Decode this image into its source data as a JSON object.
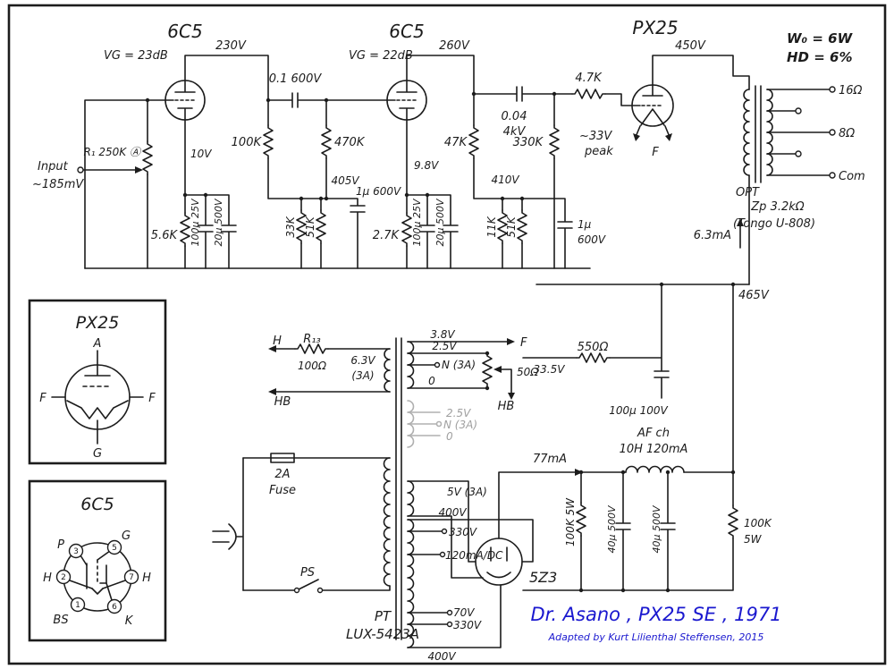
{
  "specs": {
    "power": "W₀ = 6W",
    "dist": "HD = 6%"
  },
  "s1": {
    "tube": "6C5",
    "gain": "VG = 23dB",
    "plate_v": "230V",
    "kv": "10V",
    "rp": "100K",
    "rk": "5.6K",
    "ck1": "100μ 25V",
    "ck2": "20μ 500V",
    "input1": "Input",
    "input2": "~185mV",
    "pot": "R₁ 250K Ⓐ"
  },
  "i1": {
    "cap": "0.1 600V",
    "rg": "470K",
    "r1": "33K",
    "r2": "51K",
    "bv": "405V",
    "cd": "1μ 600V"
  },
  "s2": {
    "tube": "6C5",
    "gain": "VG = 22dB",
    "plate_v": "260V",
    "kv": "9.8V",
    "rp": "47K",
    "rk": "2.7K",
    "ck1": "100μ 25V",
    "ck2": "20μ 500V",
    "r1": "11K",
    "r2": "51K",
    "bv": "410V",
    "cd1": "1μ",
    "cd2": "600V"
  },
  "i2": {
    "cap1": "0.04",
    "cap2": "4kV",
    "rs": "4.7K",
    "rg": "330K",
    "sw1": "~33V",
    "sw2": "peak",
    "f": "F"
  },
  "out": {
    "tube": "PX25",
    "plate_v": "450V",
    "ia": "6.3mA",
    "bv": "465V",
    "opt1": "OPT",
    "opt2": "Zp  3.2kΩ",
    "opt3": "(Tongo U-808)",
    "t16": "16Ω",
    "t8": "8Ω",
    "tc": "Com"
  },
  "htr": {
    "h": "H",
    "r13": "R₁₃",
    "r13v": "100Ω",
    "hb1": "HB",
    "v1": "6.3V",
    "v2": "(3A)",
    "t38": "3.8V",
    "t25": "2.5V",
    "tn": "N (3A)",
    "t0": "0",
    "f": "F",
    "pot": "50Ω",
    "hb2": "HB",
    "g25": "2.5V",
    "gn": "N (3A)",
    "g0": "0"
  },
  "bias": {
    "r": "550Ω",
    "v": "33.5V",
    "c": "100μ 100V"
  },
  "psu": {
    "fuse1": "2A",
    "fuse2": "Fuse",
    "ps": "PS",
    "pt1": "PT",
    "pt2": "LUX-5423A",
    "t5": "5V (3A)",
    "t400a": "400V",
    "t330a": "330V",
    "dc": "120mA/DC",
    "rect": "5Z3",
    "ia": "77mA",
    "ch1": "AF ch",
    "ch2": "10H 120mA",
    "rb1": "100K 5W",
    "c1": "40μ 500V",
    "c2": "40μ 500V",
    "rb2a": "100K",
    "rb2b": "5W",
    "t70": "70V",
    "t330b": "330V",
    "t400b": "400V"
  },
  "px25pin": {
    "title": "PX25",
    "a": "A",
    "fl": "F",
    "fr": "F",
    "g": "G"
  },
  "c65pin": {
    "title": "6C5",
    "g": "G",
    "p": "P",
    "hl": "H",
    "hr": "H",
    "bs": "BS",
    "k": "K",
    "n1": "1",
    "n2": "2",
    "n3": "3",
    "n5": "5",
    "n6": "6",
    "n7": "7"
  },
  "credit": {
    "main": "Dr. Asano , PX25 SE , 1971",
    "sub": "Adapted by Kurt Lilienthal Steffensen, 2015"
  }
}
